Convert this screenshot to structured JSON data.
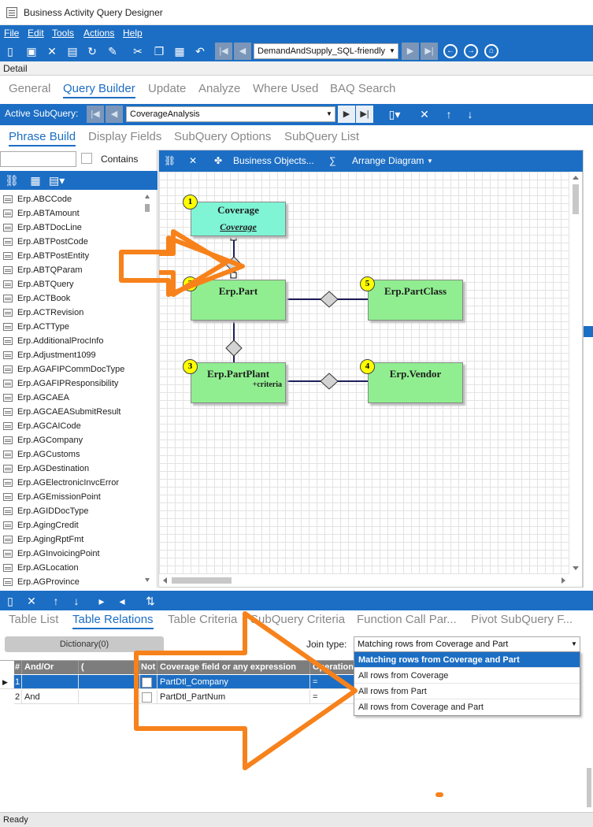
{
  "window": {
    "title": "Business Activity Query Designer"
  },
  "menu": [
    "File",
    "Edit",
    "Tools",
    "Actions",
    "Help"
  ],
  "toolbar": {
    "query_select": "DemandAndSupply_SQL-friendly"
  },
  "detail_label": "Detail",
  "main_tabs": [
    {
      "label": "General",
      "active": false
    },
    {
      "label": "Query Builder",
      "active": true
    },
    {
      "label": "Update",
      "active": false
    },
    {
      "label": "Analyze",
      "active": false
    },
    {
      "label": "Where Used",
      "active": false
    },
    {
      "label": "BAQ Search",
      "active": false
    }
  ],
  "subquery_bar": {
    "label": "Active SubQuery:",
    "value": "CoverageAnalysis"
  },
  "sub_tabs": [
    {
      "label": "Phrase Build",
      "active": true
    },
    {
      "label": "Display Fields",
      "active": false
    },
    {
      "label": "SubQuery Options",
      "active": false
    },
    {
      "label": "SubQuery List",
      "active": false
    }
  ],
  "left_panel": {
    "contains_label": "Contains",
    "tables": [
      "Erp.ABCCode",
      "Erp.ABTAmount",
      "Erp.ABTDocLine",
      "Erp.ABTPostCode",
      "Erp.ABTPostEntity",
      "Erp.ABTQParam",
      "Erp.ABTQuery",
      "Erp.ACTBook",
      "Erp.ACTRevision",
      "Erp.ACTType",
      "Erp.AdditionalProcInfo",
      "Erp.Adjustment1099",
      "Erp.AGAFIPCommDocType",
      "Erp.AGAFIPResponsibility",
      "Erp.AGCAEA",
      "Erp.AGCAEASubmitResult",
      "Erp.AGCAICode",
      "Erp.AGCompany",
      "Erp.AGCustoms",
      "Erp.AGDestination",
      "Erp.AGElectronicInvcError",
      "Erp.AGEmissionPoint",
      "Erp.AGIDDocType",
      "Erp.AgingCredit",
      "Erp.AgingRptFmt",
      "Erp.AGInvoicingPoint",
      "Erp.AGLocation",
      "Erp.AGProvince"
    ]
  },
  "diagram_toolbar": {
    "business_objects": "Business Objects...",
    "sigma": "∑",
    "arrange": "Arrange Diagram"
  },
  "diagram": {
    "nodes": [
      {
        "num": "1",
        "name": "Coverage",
        "sub": "Coverage",
        "color": "#7ff5d6"
      },
      {
        "num": "2",
        "name": "Erp.Part",
        "sub": "",
        "color": "#90ee90"
      },
      {
        "num": "3",
        "name": "Erp.PartPlant",
        "sub": "+criteria",
        "color": "#90ee90"
      },
      {
        "num": "4",
        "name": "Erp.Vendor",
        "sub": "",
        "color": "#90ee90"
      },
      {
        "num": "5",
        "name": "Erp.PartClass",
        "sub": "",
        "color": "#90ee90"
      }
    ]
  },
  "bottom_tabs": [
    {
      "label": "Table List",
      "active": false
    },
    {
      "label": "Table Relations",
      "active": true
    },
    {
      "label": "Table Criteria",
      "active": false
    },
    {
      "label": "SubQuery Criteria",
      "active": false
    },
    {
      "label": "Function Call Par...",
      "active": false
    },
    {
      "label": "Pivot SubQuery F...",
      "active": false
    }
  ],
  "relations": {
    "dictionary_button": "Dictionary(0)",
    "join_type_label": "Join type:",
    "join_type_value": "Matching rows from Coverage and Part",
    "columns": [
      "#",
      "And/Or",
      "(",
      "Not",
      "Coverage field or any expression",
      "Operation"
    ],
    "rows": [
      {
        "num": "1",
        "andor": "",
        "field": "PartDtl_Company",
        "op": "="
      },
      {
        "num": "2",
        "andor": "And",
        "field": "PartDtl_PartNum",
        "op": "="
      }
    ],
    "dropdown_options": [
      "Matching rows from Coverage and Part",
      "All rows from Coverage",
      "All rows from Part",
      "All rows from Coverage and Part"
    ]
  },
  "status": "Ready",
  "colors": {
    "accent": "#1c6ec4",
    "annotation": "#f7821b"
  }
}
